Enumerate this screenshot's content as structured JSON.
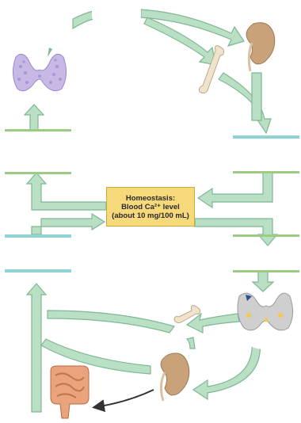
{
  "homeostasis_box": {
    "line1": "Homeostasis:",
    "line2": "Blood Ca²⁺ level",
    "line3": "(about 10 mg/100 mL)"
  },
  "colors": {
    "arrow_fill": "#b9dfc4",
    "arrow_stroke": "#7fb893",
    "box_fill": "#f5d97a",
    "teal_bar": "#8fd3d3",
    "green_bar": "#9ccc82",
    "dark_arrow": "#333333"
  }
}
